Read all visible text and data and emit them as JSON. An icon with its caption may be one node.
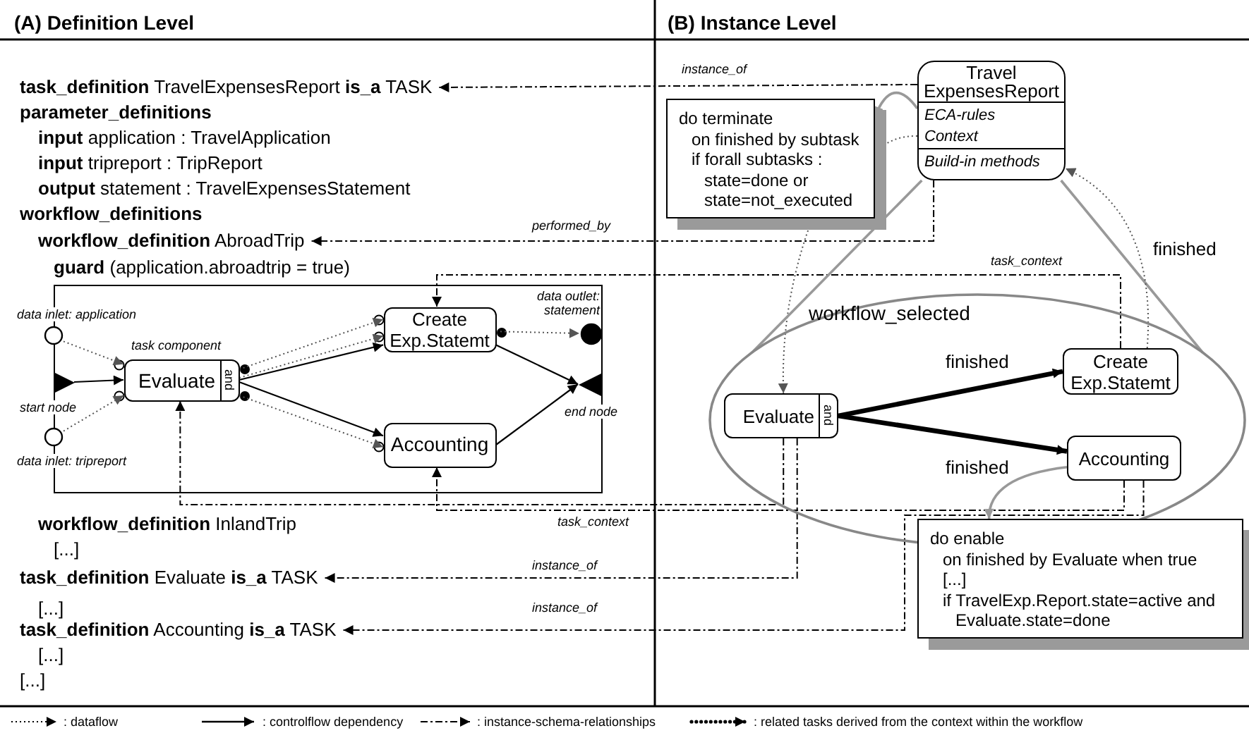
{
  "diagram": {
    "nodes": [
      {
        "text": [
          "**task_definition** TravelExpensesReport **is_a** TASK"
        ]
      },
      {
        "text": [
          "**workflow_definition** AbroadTrip"
        ]
      },
      {
        "text": [],
        "shape": "box"
      },
      {
        "text": [],
        "shape": "circle",
        "beside": [
          "data inlet: application"
        ]
      },
      {
        "text": [],
        "shape": "circle",
        "beside": [
          "data inlet: tripreport"
        ]
      },
      {
        "text": [],
        "shape": "triangle",
        "beside": [
          "start node"
        ],
        "in": 2
      },
      {
        "text": [
          "Evaluate",
          "and"
        ],
        "beside": [
          "task component"
        ],
        "in": 2
      },
      {
        "text": [
          "Create Exp.Statemt"
        ],
        "in": 2
      },
      {
        "text": [
          "Accounting"
        ],
        "in": 2
      },
      {
        "text": [],
        "shape": "circle",
        "beside": [
          "data outlet: statement"
        ],
        "in": 2
      },
      {
        "text": [],
        "shape": "triangle",
        "beside": [
          "end node"
        ],
        "in": 2
      },
      {
        "text": [
          "**task_definition** Evaluate **is_a** TASK"
        ]
      },
      {
        "text": [
          "**task_definition** Accounting **is_a** TASK"
        ]
      },
      {
        "text": [
          "Travel ExpensesReport",
          "ECA-rules",
          "Context",
          "Build-in methods"
        ]
      },
      {
        "text": [
          "do terminate",
          "on finished by subtask",
          "if forall subtasks :",
          "state=done or",
          "state=not_executed"
        ]
      },
      {
        "text": [
          "workflow_selected"
        ]
      },
      {
        "text": [
          "Evaluate",
          "and"
        ],
        "in": 15
      },
      {
        "text": [
          "Create Exp.Statemt"
        ],
        "in": 15
      },
      {
        "text": [
          "Accounting"
        ],
        "in": 15
      },
      {
        "text": [
          "do enable",
          "on finished by Evaluate when true",
          "[...]",
          "if TravelExp.Report.state=active and",
          "Evaluate.state=done"
        ]
      }
    ],
    "edges": [
      {
        "from": 13,
        "to": 0,
        "arrow": "to",
        "style": "dashed",
        "label": "instance_of"
      },
      {
        "from": 13,
        "to": 1,
        "arrow": "to",
        "style": "dashed",
        "label": "performed_by"
      },
      {
        "from": 3,
        "to": 6,
        "arrow": "to",
        "style": "dashed",
        "color": "#555555"
      },
      {
        "from": 4,
        "to": 6,
        "arrow": "to",
        "style": "dashed",
        "color": "#555555"
      },
      {
        "from": 5,
        "to": 6,
        "arrow": "to"
      },
      {
        "from": 6,
        "to": 7,
        "arrow": "to"
      },
      {
        "from": 6,
        "to": 8,
        "arrow": "to"
      },
      {
        "from": 6,
        "to": 7,
        "arrow": "to",
        "style": "dashed",
        "color": "#555555"
      },
      {
        "from": 6,
        "to": 7,
        "arrow": "to",
        "style": "dashed",
        "color": "#555555"
      },
      {
        "from": 6,
        "to": 8,
        "arrow": "to",
        "style": "dashed",
        "color": "#555555"
      },
      {
        "from": 7,
        "to": 9,
        "arrow": "to",
        "style": "dashed",
        "color": "#555555"
      },
      {
        "from": 7,
        "to": 10,
        "arrow": "to"
      },
      {
        "from": 8,
        "to": 10,
        "arrow": "to"
      },
      {
        "from": 17,
        "to": 7,
        "arrow": "to",
        "style": "dashed",
        "label": "task_context"
      },
      {
        "from": 16,
        "to": 6,
        "arrow": "to",
        "style": "dashed"
      },
      {
        "from": 18,
        "to": 8,
        "arrow": "to",
        "style": "dashed",
        "label": "task_context"
      },
      {
        "from": 16,
        "to": 11,
        "arrow": "to",
        "style": "dashed",
        "label": "instance_of"
      },
      {
        "from": 18,
        "to": 12,
        "arrow": "to",
        "style": "dashed",
        "label": "instance_of"
      },
      {
        "from": 13,
        "to": 14,
        "arrow": "to",
        "color": "#999999"
      },
      {
        "from": 13,
        "to": 14,
        "arrow": "none",
        "style": "dashed",
        "color": "#555555"
      },
      {
        "from": 14,
        "to": 16,
        "arrow": "to",
        "style": "dashed",
        "color": "#555555"
      },
      {
        "from": 13,
        "to": 15,
        "arrow": "none",
        "color": "#999999"
      },
      {
        "from": 16,
        "to": 17,
        "arrow": "to",
        "style": "thick",
        "label": "finished"
      },
      {
        "from": 16,
        "to": 18,
        "arrow": "to",
        "style": "thick",
        "label": "finished"
      },
      {
        "from": 17,
        "to": 13,
        "arrow": "to",
        "style": "dashed",
        "color": "#555555",
        "label": "finished"
      },
      {
        "from": 18,
        "to": 19,
        "arrow": "to",
        "color": "#999999"
      }
    ],
    "labels": [
      "(A) Definition Level",
      "(B) Instance Level",
      "parameter_definitions",
      "**input** application : TravelApplication",
      "**input** tripreport : TripReport",
      "**output** statement : TravelExpensesStatement",
      "workflow_definitions",
      "**guard** (application.abroadtrip = true)",
      "**workflow_definition** InlandTrip",
      "[...]",
      "[...]",
      "[...]",
      "[...]"
    ],
    "legend": [
      {
        "text": ": dataflow"
      },
      {
        "text": ": controlflow dependency"
      },
      {
        "text": ": instance-schema-relationships"
      },
      {
        "text": ": related tasks derived from the context within the workflow"
      }
    ]
  }
}
